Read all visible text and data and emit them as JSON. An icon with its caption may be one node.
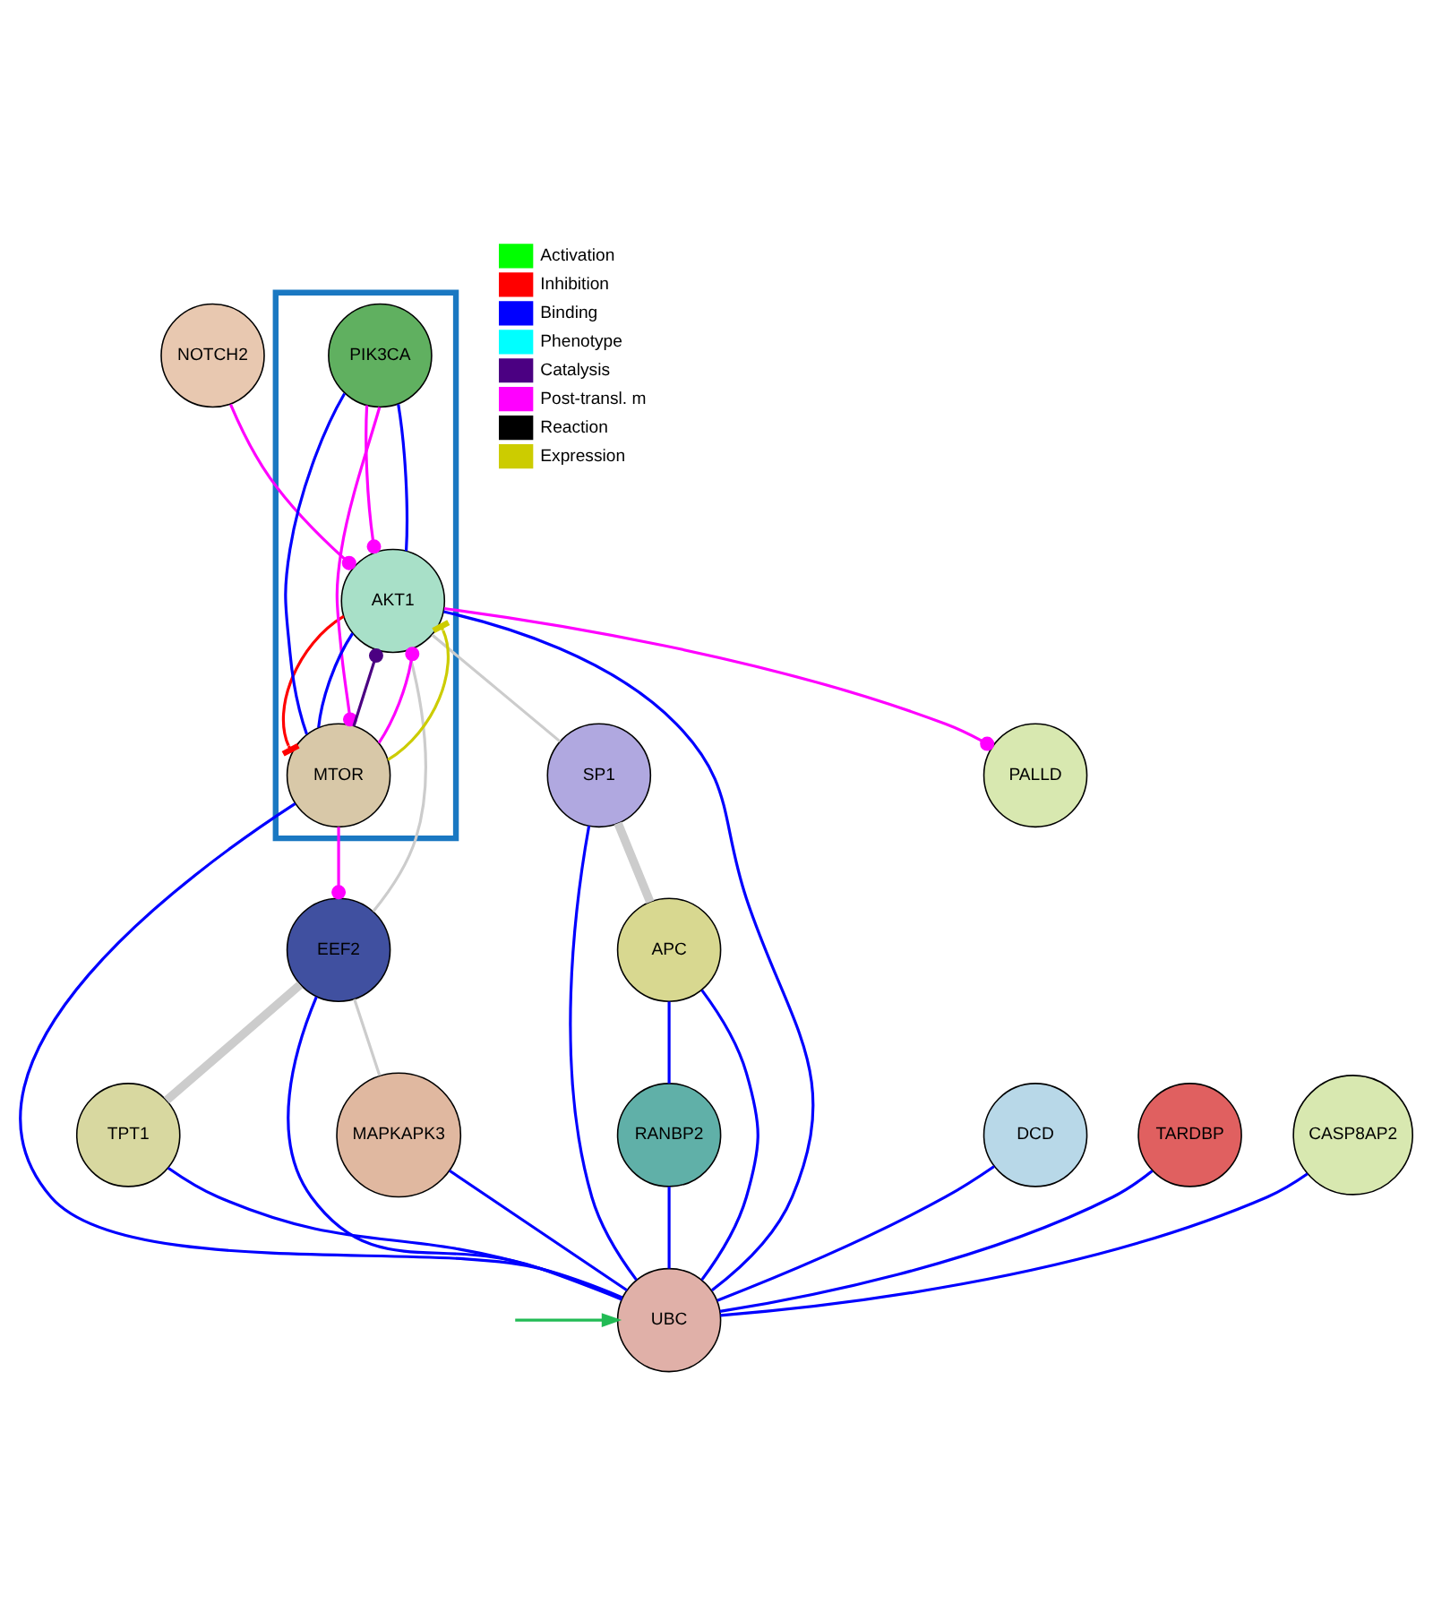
{
  "diagram": {
    "nodes": [
      {
        "text": [
          "NOTCH2"
        ]
      },
      {
        "text": [
          "PALLD"
        ]
      },
      {
        "text": [
          "DCD"
        ]
      },
      {
        "text": [],
        "shape": "box"
      },
      {
        "text": [
          "AKT1"
        ],
        "in": 3
      },
      {
        "text": [
          "PIK3CA"
        ],
        "in": 3
      },
      {
        "text": [
          "SP1"
        ]
      },
      {
        "text": [
          "TARDBP"
        ]
      },
      {
        "text": [
          "MTOR"
        ],
        "in": 3
      },
      {
        "text": [
          "APC"
        ]
      },
      {
        "text": [
          "UBC"
        ]
      },
      {
        "text": [
          "EEF2"
        ]
      },
      {
        "text": [
          "RANBP2"
        ]
      },
      {
        "text": [
          "MAPKAPK3"
        ]
      },
      {
        "text": [
          "TPT1"
        ]
      },
      {
        "text": [
          "CASP8AP2"
        ]
      }
    ],
    "edges": [
      {
        "from": 0,
        "to": 4,
        "arrow": "other",
        "color": "#ff00ff"
      },
      {
        "from": 4,
        "to": 1,
        "arrow": "other",
        "color": "#ff00ff"
      },
      {
        "from": 5,
        "to": 4,
        "arrow": "other",
        "color": "#ff00ff"
      },
      {
        "from": 5,
        "to": 4,
        "arrow": "none"
      },
      {
        "from": 8,
        "to": 4,
        "arrow": "none"
      },
      {
        "from": 8,
        "to": 4,
        "arrow": "other",
        "color": "#4b0082"
      },
      {
        "from": 8,
        "to": 4,
        "arrow": "other",
        "color": "#ff00ff"
      },
      {
        "from": 8,
        "to": 4,
        "arrow": "other",
        "color": "#cccc00"
      },
      {
        "from": 4,
        "to": 8,
        "arrow": "other",
        "color": "#ff0000"
      },
      {
        "from": 5,
        "to": 8,
        "arrow": "none"
      },
      {
        "from": 5,
        "to": 8,
        "arrow": "other",
        "color": "#ff00ff"
      },
      {
        "from": 8,
        "to": 11,
        "arrow": "other",
        "color": "#ff00ff"
      },
      {
        "from": 8,
        "to": 10,
        "arrow": "none"
      },
      {
        "from": 4,
        "to": 6,
        "arrow": "none",
        "color": "#cccccc"
      },
      {
        "from": 4,
        "to": 10,
        "arrow": "none"
      },
      {
        "from": 4,
        "to": 11,
        "arrow": "none",
        "color": "#cccccc"
      },
      {
        "from": 6,
        "to": 10,
        "arrow": "none"
      },
      {
        "from": 6,
        "to": 9,
        "arrow": "none",
        "style": "thick",
        "color": "#cccccc"
      },
      {
        "from": 2,
        "to": 10,
        "arrow": "none"
      },
      {
        "from": 7,
        "to": 10,
        "arrow": "none"
      },
      {
        "from": 9,
        "to": 10,
        "arrow": "none"
      },
      {
        "from": 9,
        "to": 12,
        "arrow": "none"
      },
      {
        "from": 12,
        "to": 10,
        "arrow": "none"
      },
      {
        "from": 15,
        "to": 10,
        "arrow": "none"
      },
      {
        "from": 13,
        "to": 10,
        "arrow": "none"
      },
      {
        "from": 11,
        "to": 10,
        "arrow": "none"
      },
      {
        "from": 14,
        "to": 10,
        "arrow": "none"
      },
      {
        "from": 11,
        "to": 14,
        "arrow": "none",
        "style": "thick",
        "color": "#cccccc"
      },
      {
        "from": 11,
        "to": 13,
        "arrow": "none",
        "color": "#cccccc"
      },
      {
        "from": null,
        "to": 10,
        "arrow": "to",
        "color": "#22bb55"
      }
    ],
    "legend": [
      {
        "text": "Activation",
        "color": "#00ff00"
      },
      {
        "text": "Inhibition",
        "color": "#ff0000"
      },
      {
        "text": "Binding",
        "color": "#0000ff"
      },
      {
        "text": "Phenotype",
        "color": "#00ffff"
      },
      {
        "text": "Catalysis",
        "color": "#4b0082"
      },
      {
        "text": "Post-transl. m",
        "color": "#ff00ff"
      },
      {
        "text": "Reaction",
        "color": "#000000"
      },
      {
        "text": "Expression",
        "color": "#cccc00"
      }
    ]
  }
}
